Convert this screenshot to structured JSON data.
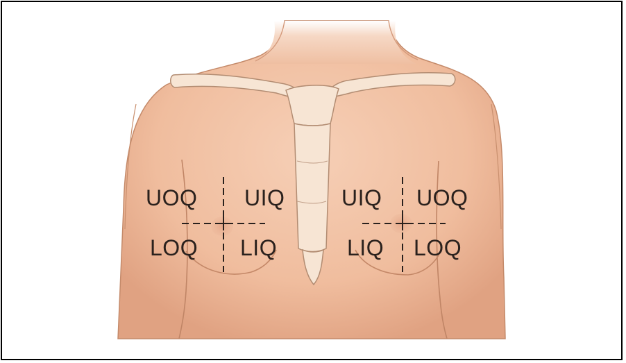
{
  "figure": {
    "colors": {
      "skin": "#f2c3a6",
      "skin_shadow": "#dc9e80",
      "skin_outline": "#b8805f",
      "bone": "#f7e5d4",
      "bone_outline": "#b28c72",
      "line": "#2a211d",
      "frame": "#000000"
    },
    "right_breast": {
      "upper_outer": "UOQ",
      "upper_inner": "UIQ",
      "lower_outer": "LOQ",
      "lower_inner": "LIQ"
    },
    "left_breast": {
      "upper_inner": "UIQ",
      "upper_outer": "UOQ",
      "lower_inner": "LIQ",
      "lower_outer": "LOQ"
    }
  }
}
